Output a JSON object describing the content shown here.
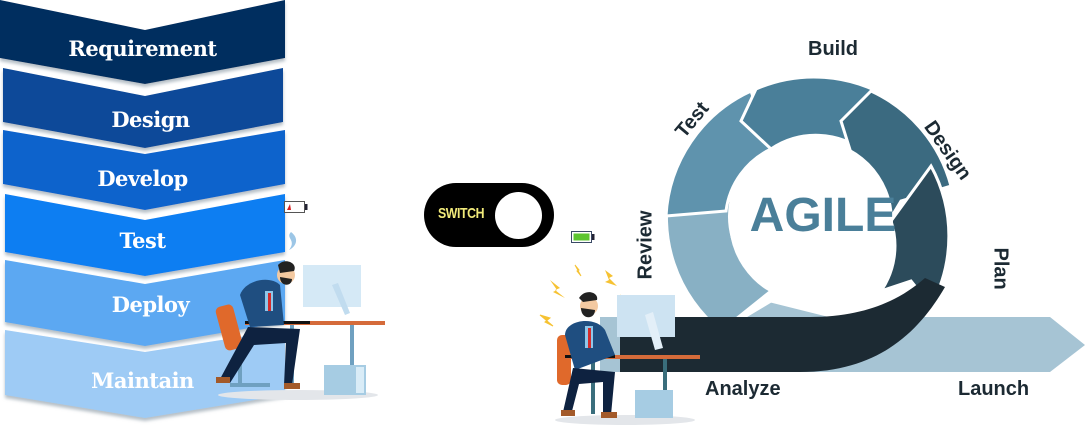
{
  "waterfall": {
    "stages": [
      {
        "label": "Requirement",
        "color": "#062f5f"
      },
      {
        "label": "Design",
        "color": "#074a99"
      },
      {
        "label": "Develop",
        "color": "#0a63cc"
      },
      {
        "label": "Test",
        "color": "#0c7ef2"
      },
      {
        "label": "Deploy",
        "color": "#5ba8f2"
      },
      {
        "label": "Maintain",
        "color": "#9ecbf5"
      }
    ],
    "battery": {
      "level": "low",
      "color": "#d81e1e"
    }
  },
  "toggle": {
    "label": "SWITCH",
    "state": "on",
    "battery": {
      "level": "full",
      "color": "#5cc531"
    }
  },
  "agile": {
    "center_label": "AGILE",
    "phases": [
      {
        "label": "Build",
        "color": "#4a7f99"
      },
      {
        "label": "Design",
        "color": "#3b6a80"
      },
      {
        "label": "Plan",
        "color": "#2c4b5b"
      },
      {
        "label": "Analyze",
        "color": "#1c2a33"
      },
      {
        "label": "Review",
        "color": "#88b0c4"
      },
      {
        "label": "Test",
        "color": "#5f93ad"
      }
    ],
    "launch": {
      "label": "Launch",
      "color": "#a6c4d4"
    }
  }
}
